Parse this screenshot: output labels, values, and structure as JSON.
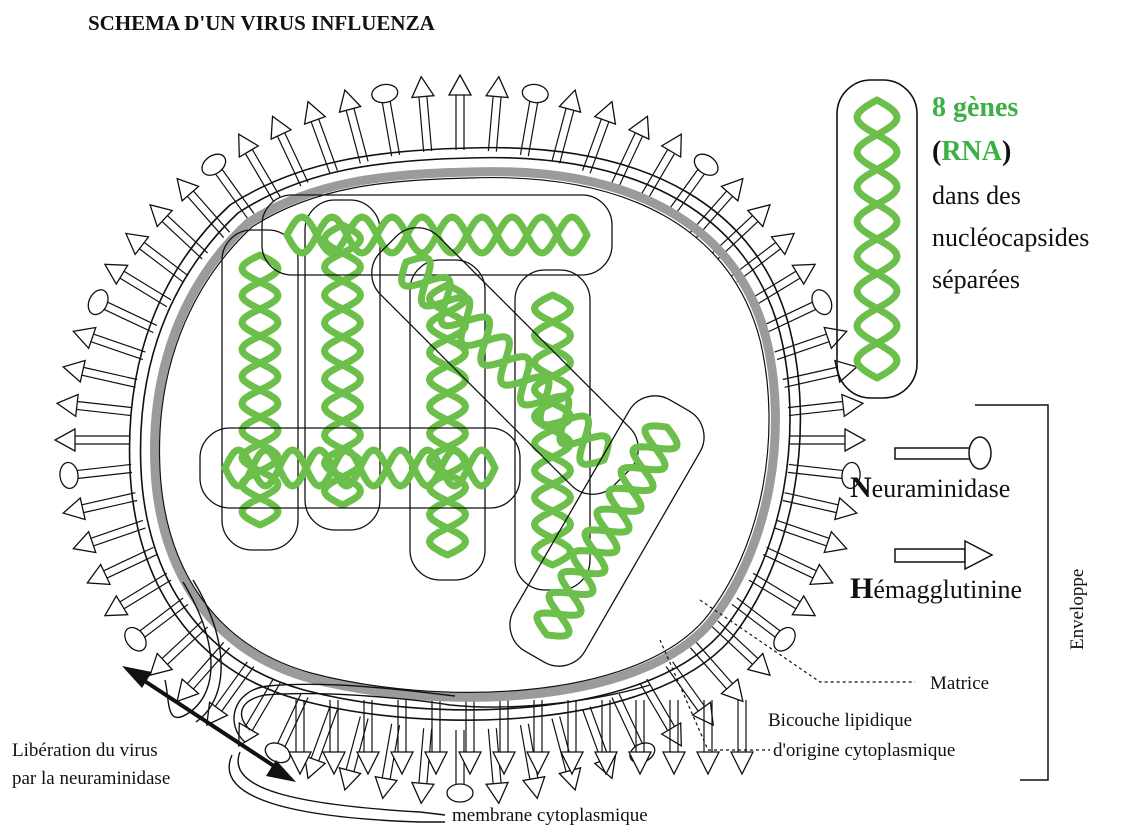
{
  "title": "SCHEMA D'UN VIRUS INFLUENZA",
  "legend": {
    "genes_number": "8 gènes",
    "rna_open": "(",
    "rna": "RNA",
    "rna_close": ")",
    "line1": "dans des",
    "line2": "nucléocapsides",
    "line3": "séparées"
  },
  "neuraminidase": {
    "initial": "N",
    "rest": "euraminidase"
  },
  "hemagglutinine": {
    "initial": "H",
    "rest": "émagglutinine"
  },
  "labels": {
    "enveloppe": "Enveloppe",
    "matrice": "Matrice",
    "bicouche_1": "Bicouche lipidique",
    "bicouche_2": "d'origine cytoplasmique",
    "liberation_1": "Libération du virus",
    "liberation_2": "par la neuraminidase",
    "membrane": "membrane cytoplasmique"
  },
  "colors": {
    "rna_green": "#6cbf4a",
    "legend_green": "#3cb043",
    "matrix_gray": "#9b9b9b",
    "ink": "#111111"
  },
  "icons": [
    "neuraminidase-spike-icon",
    "hemagglutinin-spike-icon",
    "double-arrow-icon"
  ]
}
